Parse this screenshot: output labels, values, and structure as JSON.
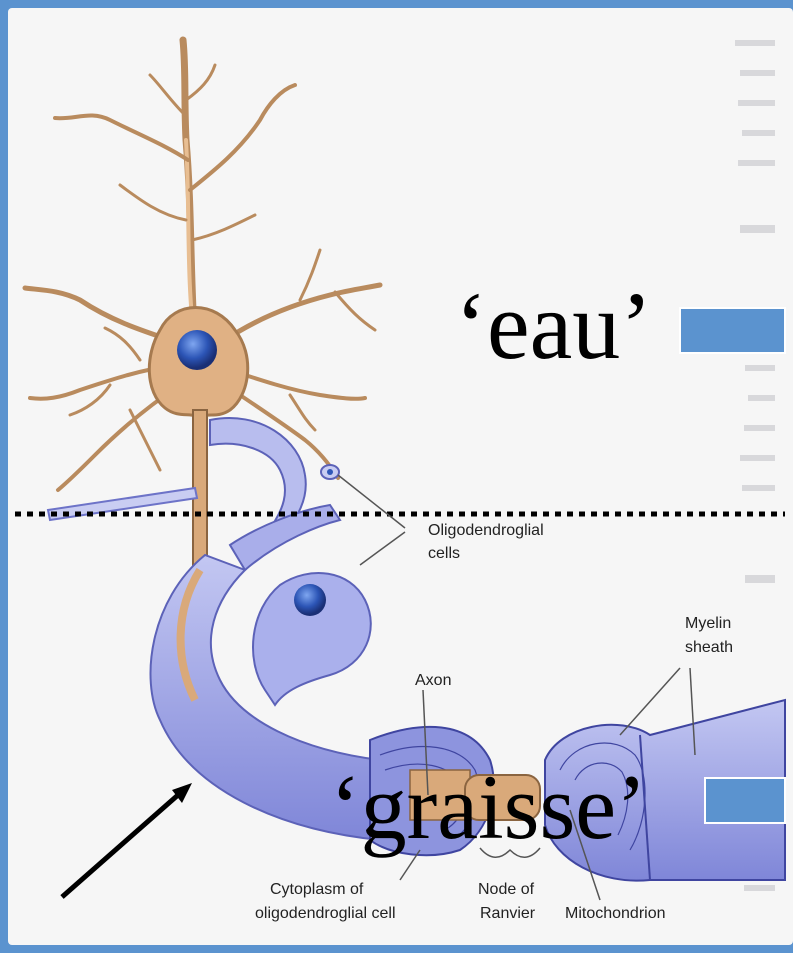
{
  "labels": {
    "oligo_line1": "Oligodendroglial",
    "oligo_line2": "cells",
    "myelin_line1": "Myelin",
    "myelin_line2": "sheath",
    "axon": "Axon",
    "cyto_line1": "Cytoplasm of",
    "cyto_line2": "oligodendroglial cell",
    "node_line1": "Node of",
    "node_line2": "Ranvier",
    "mito": "Mitochondrion"
  },
  "overlay": {
    "eau": "‘eau’",
    "graisse": "‘graisse’"
  },
  "colors": {
    "accent": "#5b93cf",
    "neuron": "#e0b184",
    "myelin": "#9fa6e6",
    "nucleus": "#2f57b8"
  }
}
